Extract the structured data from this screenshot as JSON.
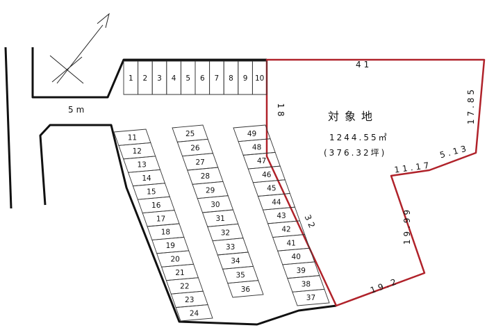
{
  "road_width_label": "5m",
  "target": {
    "title": "対象地",
    "area_m2": "1244.55㎡",
    "area_tsubo": "(376.32坪)",
    "outline_color": "#b0222a"
  },
  "dimensions": {
    "top": "41",
    "left": "18",
    "right_top": "17.85",
    "right_diag": "5.13",
    "notch_h": "11.17",
    "notch_v": "19.99",
    "bottom": "19.2",
    "left_diag": "32"
  },
  "parking_spaces": [
    "1",
    "2",
    "3",
    "4",
    "5",
    "6",
    "7",
    "8",
    "9",
    "10",
    "11",
    "12",
    "13",
    "14",
    "15",
    "16",
    "17",
    "18",
    "19",
    "20",
    "21",
    "22",
    "23",
    "24",
    "25",
    "26",
    "27",
    "28",
    "29",
    "30",
    "31",
    "32",
    "33",
    "34",
    "35",
    "36",
    "37",
    "38",
    "39",
    "40",
    "41",
    "42",
    "43",
    "44",
    "45",
    "46",
    "47",
    "48",
    "49"
  ]
}
